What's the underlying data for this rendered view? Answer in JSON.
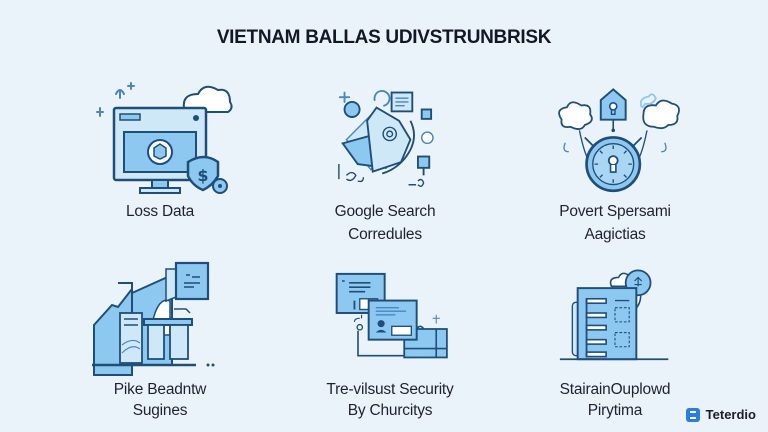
{
  "header": {
    "title": "VIETNAM BALLAS UDIVSTRUNBRISK"
  },
  "cards": [
    {
      "icon": "monitor-shield-dollar-icon",
      "line1": "Loss Data",
      "line2": ""
    },
    {
      "icon": "scattered-documents-icon",
      "line1": "Google Search",
      "line2": "Corredules"
    },
    {
      "icon": "locked-gauge-clouds-icon",
      "line1": "Povert Spersami",
      "line2": "Aagictias"
    },
    {
      "icon": "house-billboard-icon",
      "line1": "Pike Beadntw",
      "line2": "Sugines"
    },
    {
      "icon": "document-windows-icon",
      "line1": "Tre-vilsust Security",
      "line2": "By Churcitys"
    },
    {
      "icon": "binder-cloud-icon",
      "line1": "StairainOuplowd",
      "line2": "Pirytima"
    }
  ],
  "brand": {
    "name": "Teterdio",
    "logo": "teterdio-logo-icon"
  },
  "colors": {
    "background": "#eaf3fa",
    "icon_fill": "#8cc8ef",
    "icon_fill_light": "#cfe8f8",
    "icon_stroke": "#1f4e79",
    "brand_accent": "#2a7de1"
  }
}
